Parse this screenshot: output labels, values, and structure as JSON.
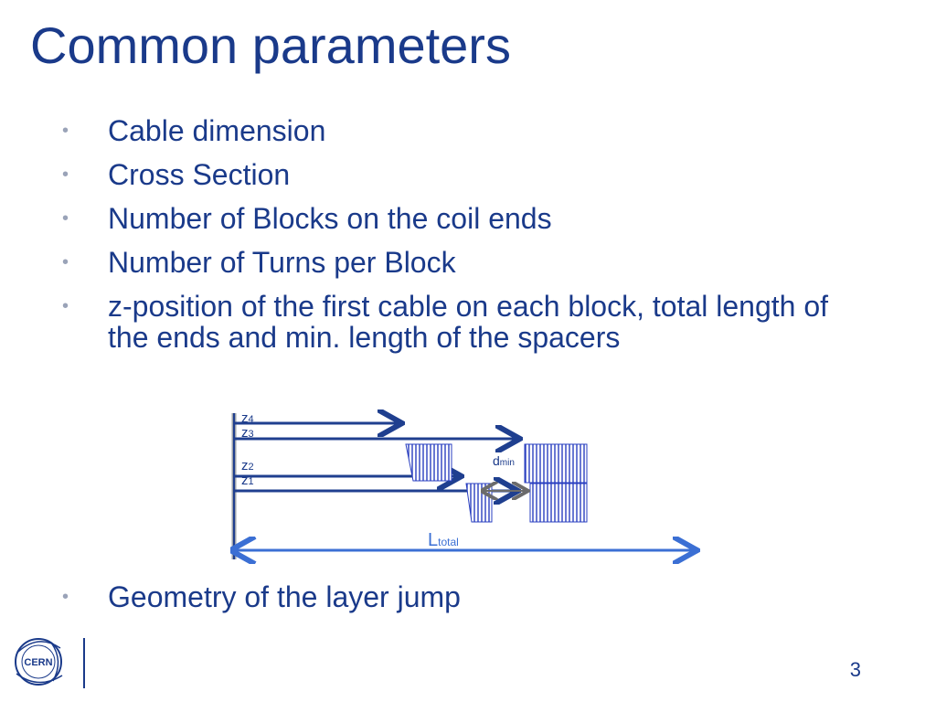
{
  "slide": {
    "title": "Common parameters",
    "page_number": "3",
    "bullets": [
      "Cable dimension",
      "Cross Section",
      "Number of Blocks on the coil ends",
      "Number of Turns per Block",
      "z-position of the first cable on each block, total length of the ends and min. length of the spacers"
    ],
    "last_bullet": "Geometry of the layer jump"
  },
  "diagram": {
    "z4": "z",
    "z4_sub": "4",
    "z3": "z",
    "z3_sub": "3",
    "z2": "z",
    "z2_sub": "2",
    "z1": "z",
    "z1_sub": "1",
    "dmin": "d",
    "dmin_sub": "min",
    "ltotal": "L",
    "ltotal_sub": "total"
  },
  "logo": {
    "text": "CERN"
  },
  "colors": {
    "title": "#1a3a8a",
    "arrow": "#1f3f8f",
    "ltotal": "#3b6fd4"
  },
  "bullet_symbol": "•"
}
